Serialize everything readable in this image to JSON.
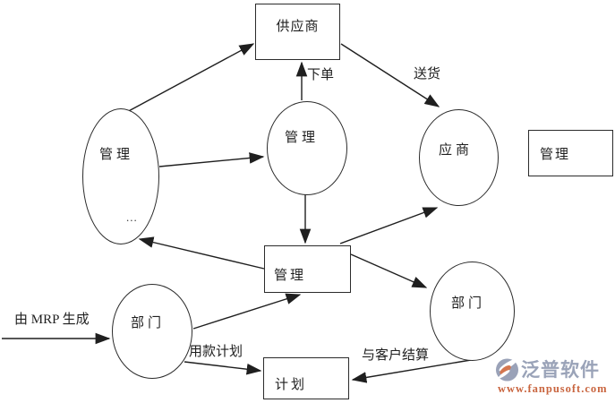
{
  "diagram": {
    "nodes": {
      "supplier_box": "供应商",
      "mgmt_left": "管理",
      "mgmt_left_dots": "...",
      "mgmt_mid": "管理",
      "vendor": "应商",
      "mgmt_right_box": "管理",
      "mgmt_center_box": "管理",
      "dept_left": "部门",
      "dept_right": "部门",
      "plan_box": "计划"
    },
    "edge_labels": {
      "place_order": "下单",
      "deliver": "送货",
      "mrp_generated": "由 MRP 生成",
      "payment_plan": "用款计划",
      "settle_with_customer": "与客户结算"
    },
    "line_color": "#1f1f1f",
    "shape_fill": "#ffffff",
    "shape_border": "#2b2b2b"
  },
  "watermark": {
    "brand": "泛普软件",
    "url": "www.fanpusoft.com",
    "brand_color": "#9aa3b8",
    "url_color": "#c9653f",
    "icon_gray": "#9aa2b8",
    "icon_orange": "#d4764f"
  }
}
